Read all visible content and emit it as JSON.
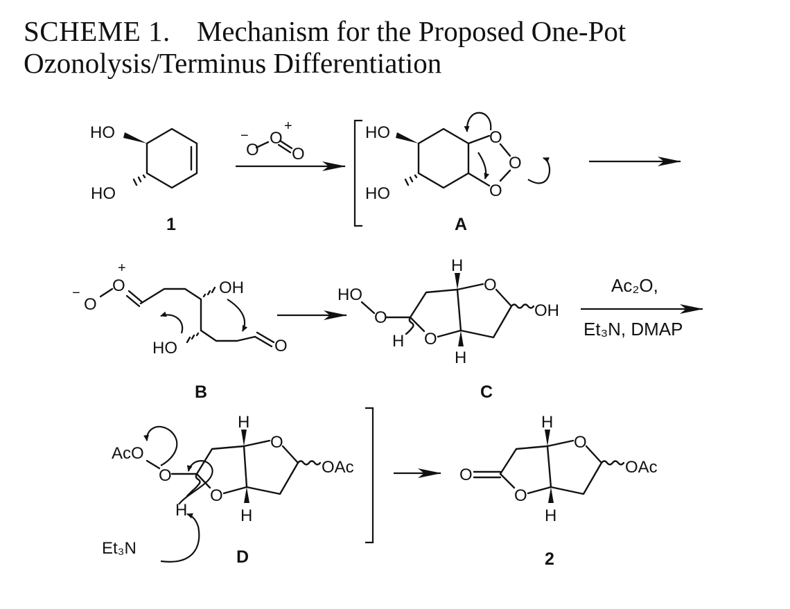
{
  "title": {
    "scheme_label": "SCHEME 1.",
    "line1": "Mechanism for the Proposed One-Pot",
    "line2": "Ozonolysis/Terminus Differentiation"
  },
  "compound_labels": {
    "c1": "1",
    "A": "A",
    "B": "B",
    "C": "C",
    "D": "D",
    "c2": "2"
  },
  "reagents": {
    "acetylation_line1": "Ac₂O,",
    "acetylation_line2": "Et₃N, DMAP"
  },
  "atom_labels": {
    "HO": "HO",
    "OH": "OH",
    "O": "O",
    "H": "H",
    "OAc": "OAc",
    "AcO": "AcO",
    "Et3N": "Et₃N",
    "plus": "+",
    "minus": "−"
  }
}
